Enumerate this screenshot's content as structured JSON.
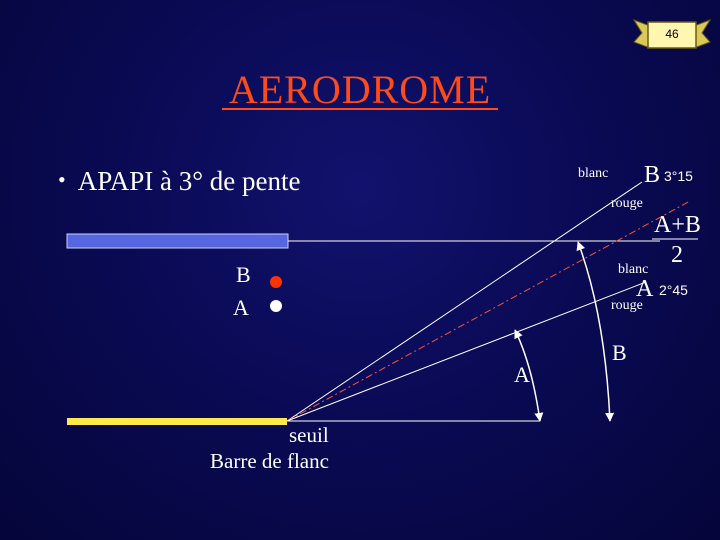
{
  "slide": {
    "page_number": "46",
    "title": "AERODROME",
    "bullet": "APAPI à 3° de pente"
  },
  "diagram": {
    "upper_light": {
      "letter": "B",
      "blanc": "blanc",
      "angle": "3°15",
      "rouge": "rouge"
    },
    "average": {
      "numerator": "A+B",
      "denominator": "2"
    },
    "lower_light": {
      "letter": "A",
      "blanc": "blanc",
      "angle": "2°45",
      "rouge": "rouge"
    },
    "box_lights": {
      "top_letter": "B",
      "bottom_letter": "A"
    },
    "arc_labels": {
      "a": "A",
      "b": "B"
    },
    "ground_labels": {
      "seuil": "seuil",
      "barre": "Barre de flanc"
    }
  },
  "colors": {
    "title": "#ff4a1a",
    "text": "#ffffff",
    "red_light": "#ff3300",
    "runway_yellow": "#ffe84a",
    "bar_blue": "#5566e0",
    "dash_red": "#ff5030"
  }
}
